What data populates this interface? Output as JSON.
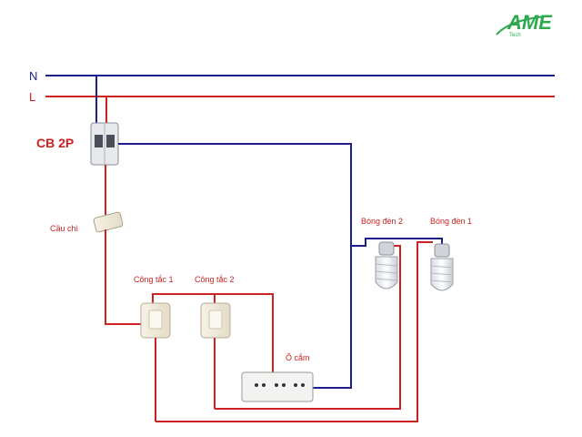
{
  "logo": {
    "text": "AME",
    "sub": "Tech",
    "color": "#2fa84f"
  },
  "lines": {
    "neutral": "N",
    "live": "L"
  },
  "colors": {
    "neutral": "#1a1f8c",
    "live": "#cc2222"
  },
  "labels": {
    "breaker": "CB 2P",
    "fuse": "Cầu chì",
    "switch1": "Công tắc 1",
    "switch2": "Công tắc 2",
    "socket": "Ổ cắm",
    "bulb2": "Bóng đèn 2",
    "bulb1": "Bóng đèn 1"
  },
  "icons": [
    "circuit-breaker-icon",
    "fuse-icon",
    "switch-icon",
    "socket-icon",
    "cfl-bulb-icon"
  ]
}
